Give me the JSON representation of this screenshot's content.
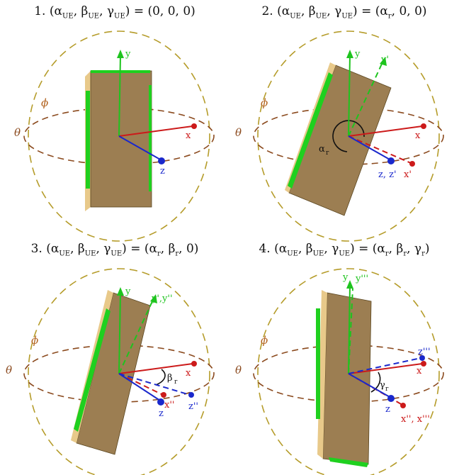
{
  "colors": {
    "ring": "#b59c2a",
    "ring_arrow": "#a8a000",
    "equator": "#8b4a1e",
    "phone_body": "#9c7e52",
    "phone_side": "#e8c98a",
    "phone_edge": "#1fd01f",
    "axis_y": "#1ec41e",
    "axis_x": "#cc1a1a",
    "axis_z": "#1a28cc"
  },
  "greek": {
    "theta": "θ",
    "phi": "ϕ"
  },
  "panels": [
    {
      "title_num": "1.",
      "title_rhs": "(0, 0, 0)",
      "labels": {
        "y": "y",
        "x": "x",
        "z": "z"
      }
    },
    {
      "title_num": "2.",
      "title_rhs_a": "α",
      "title_rhs_a_sub": "r",
      "title_rhs_rest": ", 0, 0)",
      "labels": {
        "y": "y",
        "yp": "y'",
        "x": "x",
        "xp": "x'",
        "z": "z, z'",
        "alpha": "α",
        "alpha_sub": "r"
      }
    },
    {
      "title_num": "3.",
      "title_rhs_a": "α",
      "title_rhs_a_sub": "r",
      "title_rhs_b": "β",
      "title_rhs_b_sub": "r",
      "title_rhs_rest": ", 0)",
      "labels": {
        "y": "y",
        "ypp": "y',y''",
        "x": "x",
        "xpp": "x''",
        "z": "z",
        "zpp": "z''",
        "beta": "β",
        "beta_sub": "r"
      }
    },
    {
      "title_num": "4.",
      "title_rhs_a": "α",
      "title_rhs_a_sub": "r",
      "title_rhs_b": "β",
      "title_rhs_b_sub": "r",
      "title_rhs_c": "γ",
      "title_rhs_c_sub": "r",
      "labels": {
        "y": "y",
        "yppp": "y'''",
        "x": "x",
        "xppp": "x'', x'''",
        "z": "z",
        "zppp": "z'''",
        "gamma": "γ",
        "gamma_sub": "r"
      }
    }
  ],
  "title_lhs": {
    "a": "α",
    "b": "β",
    "c": "γ",
    "sub": "UE"
  }
}
